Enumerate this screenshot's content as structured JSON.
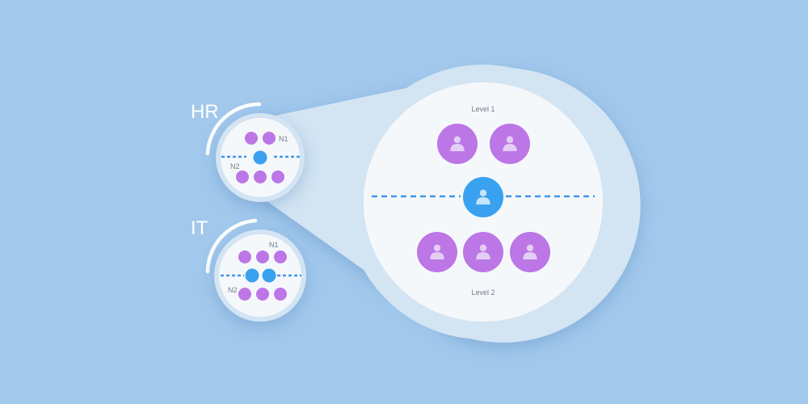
{
  "colors": {
    "background": "#a2c8ec",
    "lens_halo": "#d3e4f3",
    "lens_inner": "#f5f8fb",
    "member_purple": "#bc76e6",
    "member_icon": "#e3cff5",
    "lead_blue": "#39a1f0",
    "lead_icon": "#c6e4fb",
    "divider": "#3f95e6",
    "arc": "#ffffff"
  },
  "departments": [
    {
      "name": "HR",
      "top_label": "N1",
      "bottom_label": "N2"
    },
    {
      "name": "IT",
      "top_label": "N1",
      "bottom_label": "N2"
    }
  ],
  "zoom": {
    "level_top": "Level 1",
    "level_bottom": "Level 2",
    "icon": "person-icon"
  }
}
